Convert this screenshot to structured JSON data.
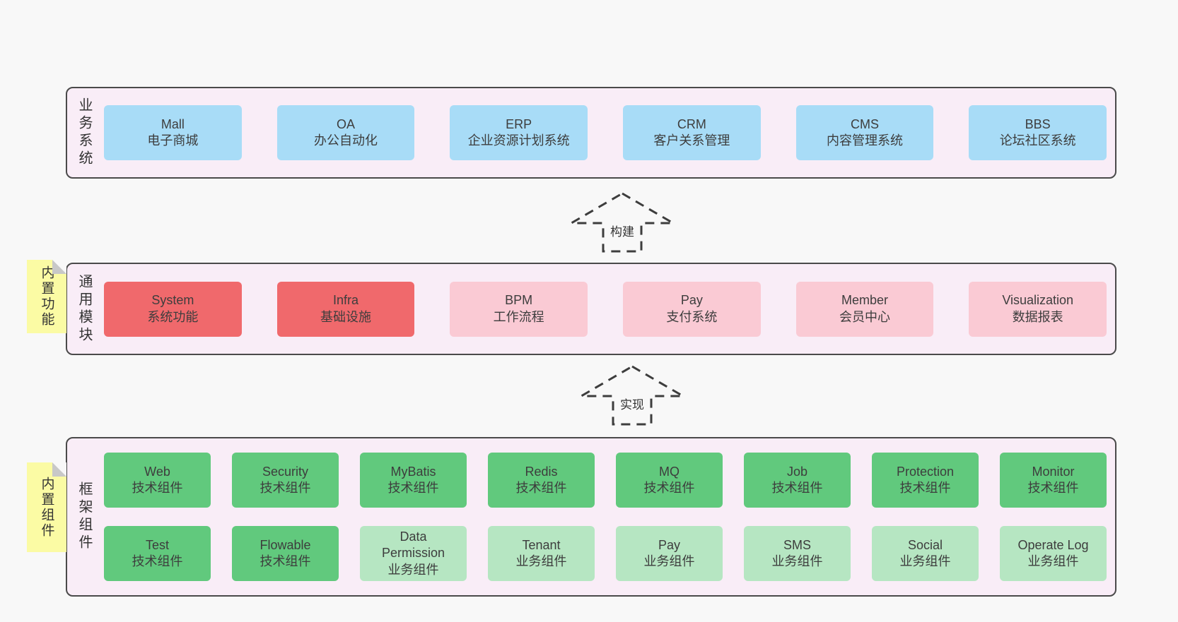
{
  "colors": {
    "page_bg": "#f8f8f8",
    "container_bg": "#f9edf7",
    "container_border": "#4a4a4a",
    "blue": "#a8dcf7",
    "red": "#f0696c",
    "pink": "#facad4",
    "green_dark": "#61c97d",
    "green_light": "#b6e6c2",
    "note_bg": "#fbfba4",
    "note_fold": "#c8c8c8",
    "arrow_stroke": "#3d3d3d",
    "text": "#3d3d3d"
  },
  "layers": {
    "business": {
      "label": "业务系统",
      "boxes": [
        {
          "name": "Mall",
          "desc": "电子商城",
          "type": "blue"
        },
        {
          "name": "OA",
          "desc": "办公自动化",
          "type": "blue"
        },
        {
          "name": "ERP",
          "desc": "企业资源计划系统",
          "type": "blue"
        },
        {
          "name": "CRM",
          "desc": "客户关系管理",
          "type": "blue"
        },
        {
          "name": "CMS",
          "desc": "内容管理系统",
          "type": "blue"
        },
        {
          "name": "BBS",
          "desc": "论坛社区系统",
          "type": "blue"
        }
      ]
    },
    "modules": {
      "label": "通用模块",
      "note": "内置功能",
      "boxes": [
        {
          "name": "System",
          "desc": "系统功能",
          "type": "red"
        },
        {
          "name": "Infra",
          "desc": "基础设施",
          "type": "red"
        },
        {
          "name": "BPM",
          "desc": "工作流程",
          "type": "pink"
        },
        {
          "name": "Pay",
          "desc": "支付系统",
          "type": "pink"
        },
        {
          "name": "Member",
          "desc": "会员中心",
          "type": "pink"
        },
        {
          "name": "Visualization",
          "desc": "数据报表",
          "type": "pink"
        }
      ]
    },
    "components": {
      "label": "框架组件",
      "note": "内置组件",
      "row1": [
        {
          "name": "Web",
          "desc": "技术组件",
          "type": "green_dark"
        },
        {
          "name": "Security",
          "desc": "技术组件",
          "type": "green_dark"
        },
        {
          "name": "MyBatis",
          "desc": "技术组件",
          "type": "green_dark"
        },
        {
          "name": "Redis",
          "desc": "技术组件",
          "type": "green_dark"
        },
        {
          "name": "MQ",
          "desc": "技术组件",
          "type": "green_dark"
        },
        {
          "name": "Job",
          "desc": "技术组件",
          "type": "green_dark"
        },
        {
          "name": "Protection",
          "desc": "技术组件",
          "type": "green_dark"
        },
        {
          "name": "Monitor",
          "desc": "技术组件",
          "type": "green_dark"
        }
      ],
      "row2": [
        {
          "name": "Test",
          "desc": "技术组件",
          "type": "green_dark"
        },
        {
          "name": "Flowable",
          "desc": "技术组件",
          "type": "green_dark"
        },
        {
          "name": "Data Permission",
          "desc": "业务组件",
          "type": "green_light"
        },
        {
          "name": "Tenant",
          "desc": "业务组件",
          "type": "green_light"
        },
        {
          "name": "Pay",
          "desc": "业务组件",
          "type": "green_light"
        },
        {
          "name": "SMS",
          "desc": "业务组件",
          "type": "green_light"
        },
        {
          "name": "Social",
          "desc": "业务组件",
          "type": "green_light"
        },
        {
          "name": "Operate Log",
          "desc": "业务组件",
          "type": "green_light"
        }
      ]
    }
  },
  "arrows": [
    {
      "label": "构建"
    },
    {
      "label": "实现"
    }
  ]
}
